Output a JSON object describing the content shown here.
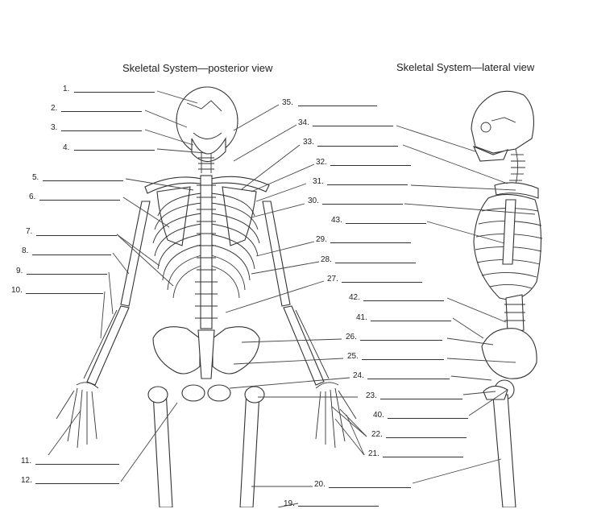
{
  "titles": {
    "posterior": "Skeletal System—posterior view",
    "lateral": "Skeletal System—lateral view"
  },
  "labels": {
    "n1": "1.",
    "n2": "2.",
    "n3": "3.",
    "n4": "4.",
    "n5": "5.",
    "n6": "6.",
    "n7": "7.",
    "n8": "8.",
    "n9": "9.",
    "n10": "10.",
    "n11": "11.",
    "n12": "12.",
    "n19": "19.",
    "n20": "20.",
    "n21": "21.",
    "n22": "22.",
    "n23": "23.",
    "n24": "24.",
    "n25": "25.",
    "n26": "26.",
    "n27": "27.",
    "n28": "28.",
    "n29": "29.",
    "n30": "30.",
    "n31": "31.",
    "n32": "32.",
    "n33": "33.",
    "n34": "34.",
    "n35": "35.",
    "n40": "40.",
    "n41": "41.",
    "n42": "42.",
    "n43": "43."
  },
  "colors": {
    "ink": "#333333",
    "paper": "#ffffff"
  }
}
